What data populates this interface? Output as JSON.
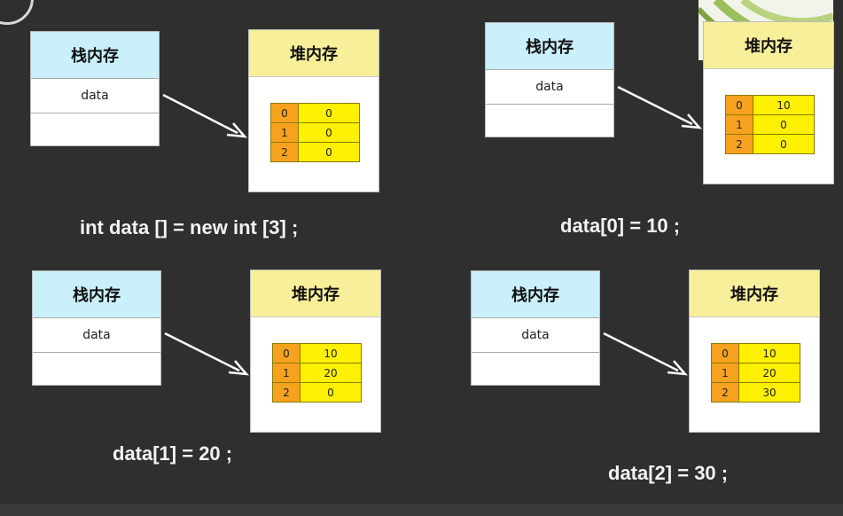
{
  "labels": {
    "stack": "栈内存",
    "heap": "堆内存"
  },
  "colors": {
    "background": "#2f2f2f",
    "stack_header": "#c9f0fb",
    "heap_header": "#f8ef9a",
    "index_cell": "#f6a21e",
    "value_cell": "#fdf000"
  },
  "panels": [
    {
      "variable": "data",
      "code": "int data [] = new int [3] ;",
      "array": [
        {
          "index": "0",
          "value": "0"
        },
        {
          "index": "1",
          "value": "0"
        },
        {
          "index": "2",
          "value": "0"
        }
      ]
    },
    {
      "variable": "data",
      "code": "data[0] = 10 ;",
      "array": [
        {
          "index": "0",
          "value": "10"
        },
        {
          "index": "1",
          "value": "0"
        },
        {
          "index": "2",
          "value": "0"
        }
      ]
    },
    {
      "variable": "data",
      "code": "data[1] = 20 ;",
      "array": [
        {
          "index": "0",
          "value": "10"
        },
        {
          "index": "1",
          "value": "20"
        },
        {
          "index": "2",
          "value": "0"
        }
      ]
    },
    {
      "variable": "data",
      "code": "data[2] = 30 ;",
      "array": [
        {
          "index": "0",
          "value": "10"
        },
        {
          "index": "1",
          "value": "20"
        },
        {
          "index": "2",
          "value": "30"
        }
      ]
    }
  ]
}
